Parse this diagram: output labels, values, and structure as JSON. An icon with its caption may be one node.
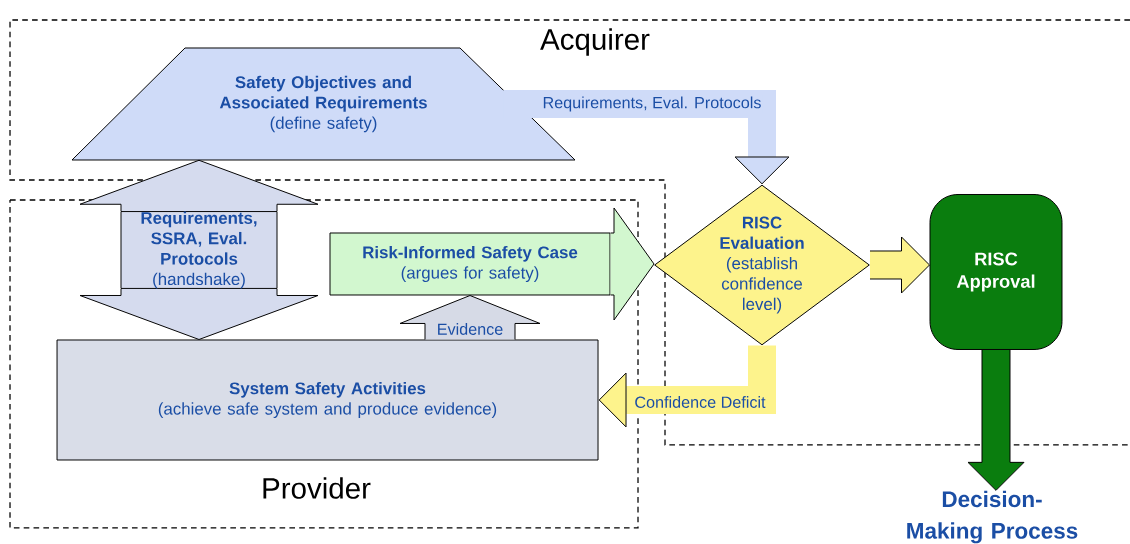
{
  "diagram": {
    "nodes": [
      {
        "text": [
          "Acquirer"
        ]
      },
      {
        "text": [
          "Safety Objectives and Associated Requirements",
          "(define safety)"
        ],
        "in": 0
      },
      {
        "text": [
          "RISC Evaluation",
          "(establish confidence level)"
        ],
        "in": 0
      },
      {
        "text": [
          "RISC Approval"
        ],
        "in": 0
      },
      {
        "text": [
          "Provider"
        ]
      },
      {
        "text": [
          "Requirements, SSRA, Eval. Protocols",
          "(handshake)"
        ]
      },
      {
        "text": [
          "Risk-Informed Safety Case",
          "(argues for safety)"
        ]
      },
      {
        "text": [
          "System Safety Activities",
          "(achieve safe system and produce evidence)"
        ],
        "in": 4
      },
      {
        "text": [
          "Decision-Making Process"
        ]
      }
    ],
    "edges": [
      {
        "from": 1,
        "to": 2,
        "arrow": "to",
        "label": "Requirements, Eval. Protocols",
        "color": "#cfdbf8"
      },
      {
        "from": 7,
        "to": 6,
        "arrow": "to",
        "label": "Evidence",
        "style": "thick",
        "color": "#d6dae6"
      },
      {
        "from": 2,
        "to": 7,
        "arrow": "to",
        "label": "Confidence Deficit",
        "color": "#fdf38c"
      },
      {
        "from": 2,
        "to": 3,
        "arrow": "to",
        "color": "#fdf38c"
      },
      {
        "from": 3,
        "to": 8,
        "arrow": "to",
        "color": "#0a7d0e"
      },
      {
        "from": 5,
        "to": 1,
        "arrow": "to",
        "style": "thick",
        "color": "#d5dbee"
      },
      {
        "from": 5,
        "to": 7,
        "arrow": "to",
        "style": "thick",
        "color": "#d5dbee"
      },
      {
        "from": 6,
        "to": 2,
        "arrow": "to",
        "style": "thick",
        "color": "#d2f7cf"
      }
    ]
  }
}
